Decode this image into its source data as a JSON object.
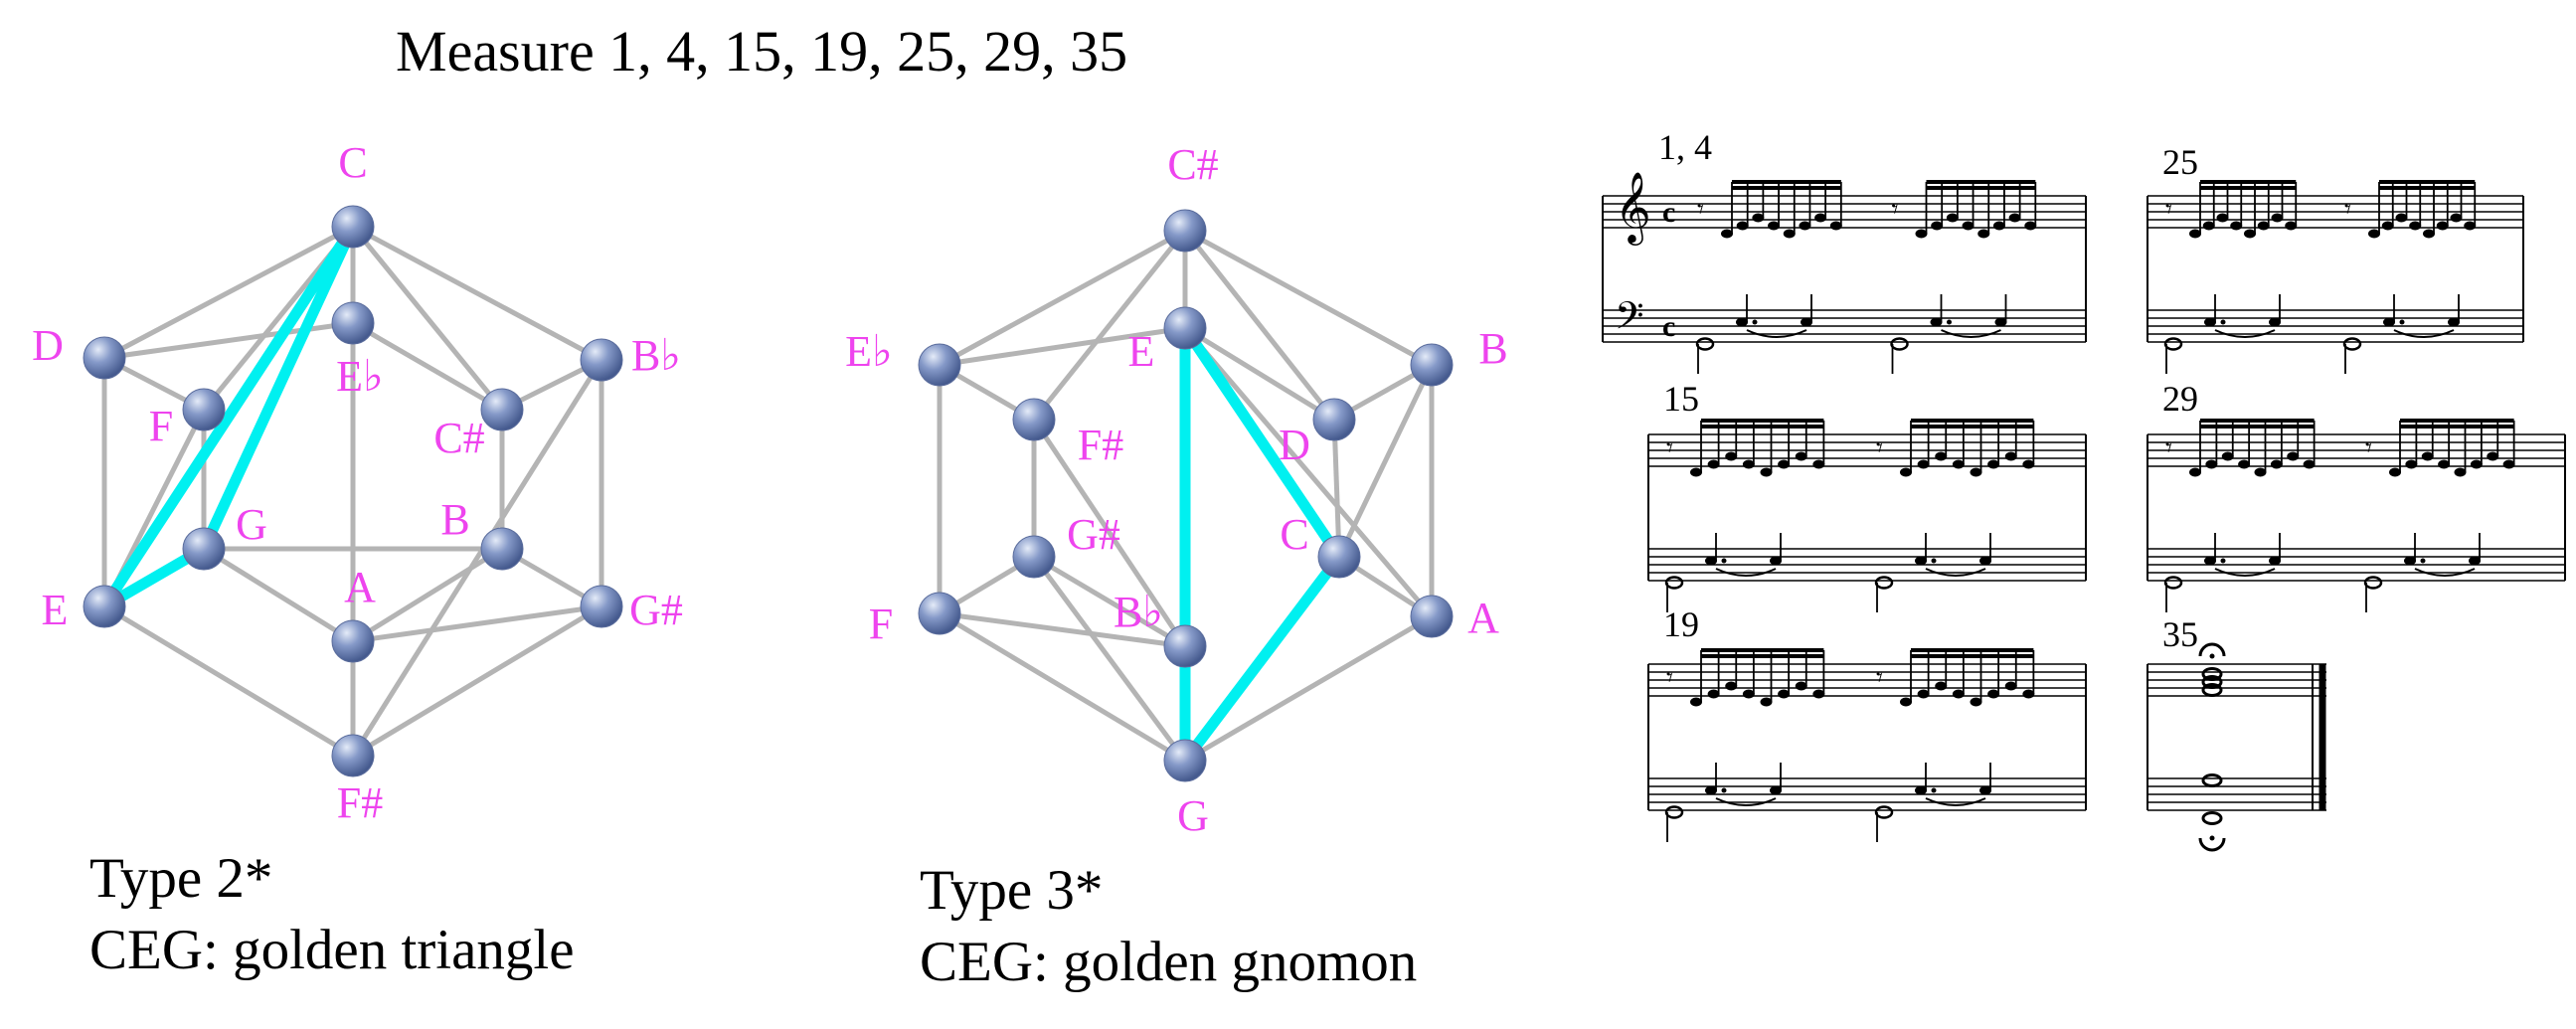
{
  "title": "Measure 1, 4, 15, 19, 25, 29, 35",
  "colors": {
    "label": "#ee44ee",
    "highlight": "#00f0f0",
    "edge": "#b4b4b4",
    "node": "#6f88bf"
  },
  "diagrams": [
    {
      "name": "type2",
      "caption_line1": "Type 2*",
      "caption_line2": "CEG: golden triangle",
      "vertices": [
        "C",
        "D",
        "E♭",
        "F",
        "C#",
        "B♭",
        "G",
        "B",
        "E",
        "G#",
        "A",
        "F#"
      ],
      "highlight": [
        "C",
        "E",
        "G"
      ]
    },
    {
      "name": "type3",
      "caption_line1": "Type 3*",
      "caption_line2": "CEG: golden gnomon",
      "vertices": [
        "C#",
        "E♭",
        "E",
        "F#",
        "D",
        "B",
        "G#",
        "C",
        "F",
        "B♭",
        "A",
        "G"
      ],
      "highlight": [
        "E",
        "C",
        "G"
      ]
    }
  ],
  "score": {
    "measures": [
      {
        "label": "1, 4"
      },
      {
        "label": "25"
      },
      {
        "label": "15"
      },
      {
        "label": "29"
      },
      {
        "label": "19"
      },
      {
        "label": "35"
      }
    ]
  }
}
